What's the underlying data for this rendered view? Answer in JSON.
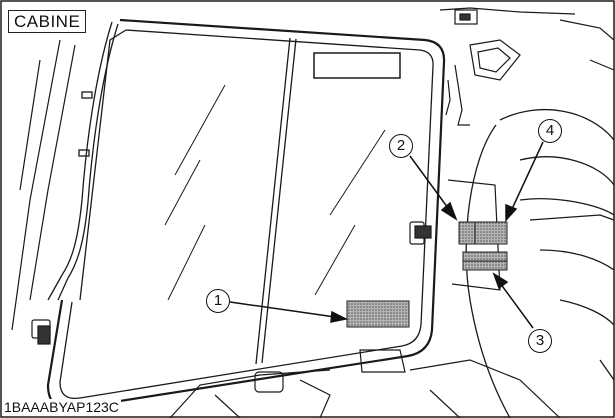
{
  "diagram": {
    "title": "CABINE",
    "figure_code": "1BAAABYAP123C",
    "callouts": [
      {
        "id": "1",
        "label": "1"
      },
      {
        "id": "2",
        "label": "2"
      },
      {
        "id": "3",
        "label": "3"
      },
      {
        "id": "4",
        "label": "4"
      }
    ],
    "line_color": "#1a1a1a",
    "label_fill_color": "#9a9a9a"
  }
}
